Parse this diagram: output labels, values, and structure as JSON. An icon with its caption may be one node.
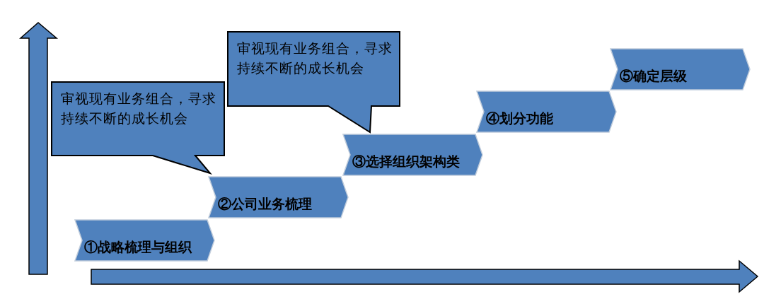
{
  "diagram": {
    "nodes": [
      {
        "text": [
          "①战略梳理与组织"
        ]
      },
      {
        "text": [
          "②公司业务梳理"
        ]
      },
      {
        "text": [
          "③选择组织架构类"
        ]
      },
      {
        "text": [
          "④划分功能"
        ]
      },
      {
        "text": [
          "⑤确定层级"
        ]
      },
      {
        "text": [
          "审视现有业务组合，寻求持续不断的成长机会"
        ]
      },
      {
        "text": [
          "审视现有业务组合，寻求持续不断的成长机会"
        ]
      }
    ]
  }
}
